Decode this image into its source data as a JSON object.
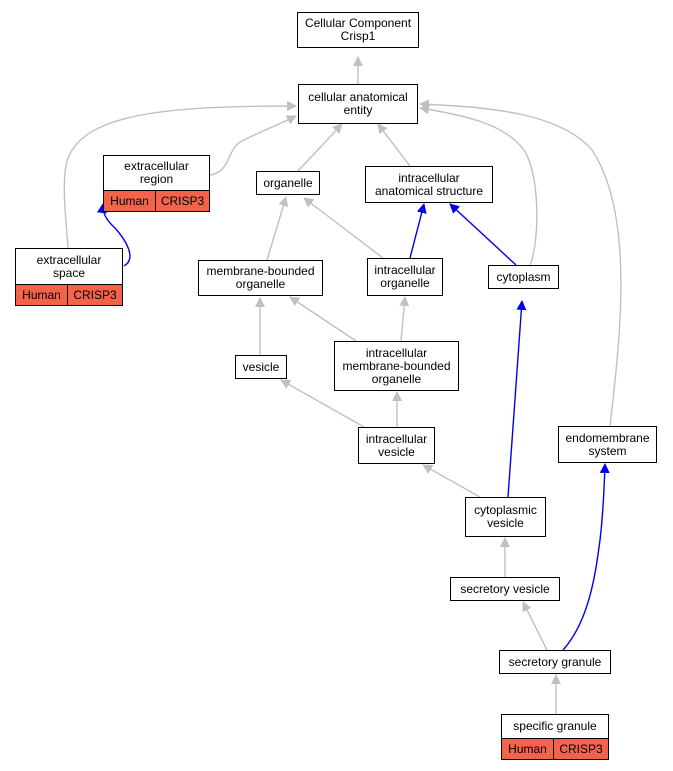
{
  "diagram": {
    "nodes": {
      "root": {
        "label": "Cellular Component\nCrisp1"
      },
      "cae": {
        "label": "cellular anatomical\nentity"
      },
      "extracellular_region": {
        "label": "extracellular\nregion",
        "annotation": {
          "species": "Human",
          "gene": "CRISP3"
        }
      },
      "organelle": {
        "label": "organelle"
      },
      "ias": {
        "label": "intracellular\nanatomical structure"
      },
      "extracellular_space": {
        "label": "extracellular\nspace",
        "annotation": {
          "species": "Human",
          "gene": "CRISP3"
        }
      },
      "mbo": {
        "label": "membrane-bounded\norganelle"
      },
      "io": {
        "label": "intracellular\norganelle"
      },
      "cytoplasm": {
        "label": "cytoplasm"
      },
      "vesicle": {
        "label": "vesicle"
      },
      "imbo": {
        "label": "intracellular\nmembrane-bounded\norganelle"
      },
      "iv": {
        "label": "intracellular\nvesicle"
      },
      "endomembrane": {
        "label": "endomembrane\nsystem"
      },
      "cv": {
        "label": "cytoplasmic\nvesicle"
      },
      "sv": {
        "label": "secretory vesicle"
      },
      "sg": {
        "label": "secretory granule"
      },
      "specific": {
        "label": "specific granule",
        "annotation": {
          "species": "Human",
          "gene": "CRISP3"
        }
      }
    },
    "edges": [
      {
        "from": "cae",
        "to": "root",
        "style": "gray"
      },
      {
        "from": "extracellular_region",
        "to": "cae",
        "style": "gray"
      },
      {
        "from": "extracellular_space",
        "to": "cae",
        "style": "gray"
      },
      {
        "from": "organelle",
        "to": "cae",
        "style": "gray"
      },
      {
        "from": "ias",
        "to": "cae",
        "style": "gray"
      },
      {
        "from": "cytoplasm",
        "to": "cae",
        "style": "gray"
      },
      {
        "from": "endomembrane",
        "to": "cae",
        "style": "gray"
      },
      {
        "from": "extracellular_space",
        "to": "extracellular_region",
        "style": "blue"
      },
      {
        "from": "mbo",
        "to": "organelle",
        "style": "gray"
      },
      {
        "from": "io",
        "to": "organelle",
        "style": "gray"
      },
      {
        "from": "io",
        "to": "ias",
        "style": "blue"
      },
      {
        "from": "cytoplasm",
        "to": "ias",
        "style": "blue"
      },
      {
        "from": "vesicle",
        "to": "mbo",
        "style": "gray"
      },
      {
        "from": "imbo",
        "to": "mbo",
        "style": "gray"
      },
      {
        "from": "imbo",
        "to": "io",
        "style": "gray"
      },
      {
        "from": "iv",
        "to": "vesicle",
        "style": "gray"
      },
      {
        "from": "iv",
        "to": "imbo",
        "style": "gray"
      },
      {
        "from": "cv",
        "to": "iv",
        "style": "gray"
      },
      {
        "from": "cv",
        "to": "cytoplasm",
        "style": "blue"
      },
      {
        "from": "sv",
        "to": "cv",
        "style": "gray"
      },
      {
        "from": "sg",
        "to": "sv",
        "style": "gray"
      },
      {
        "from": "sg",
        "to": "endomembrane",
        "style": "blue"
      },
      {
        "from": "specific",
        "to": "sg",
        "style": "gray"
      }
    ]
  },
  "colors": {
    "gray_edge": "#c0c0c0",
    "blue_edge": "#0000ee",
    "annotation_fill": "#f3634a"
  }
}
